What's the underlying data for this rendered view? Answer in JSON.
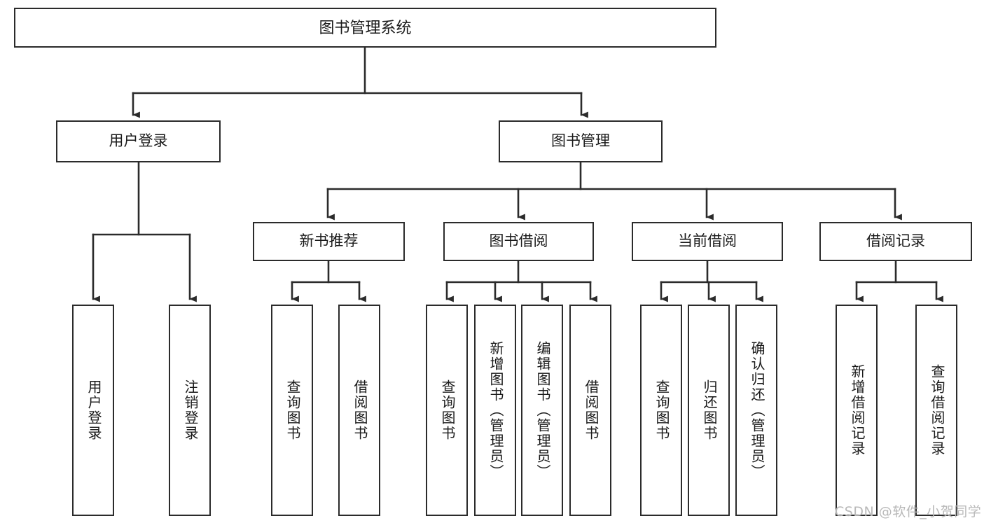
{
  "diagram": {
    "type": "tree",
    "title": "图书管理系统",
    "root": {
      "id": "root",
      "label": "图书管理系统"
    },
    "level2": [
      {
        "id": "user-login",
        "label": "用户登录"
      },
      {
        "id": "book-manage",
        "label": "图书管理"
      }
    ],
    "level3": [
      {
        "id": "new-book-rec",
        "label": "新书推荐",
        "parent": "book-manage"
      },
      {
        "id": "book-borrow",
        "label": "图书借阅",
        "parent": "book-manage"
      },
      {
        "id": "current-borrow",
        "label": "当前借阅",
        "parent": "book-manage"
      },
      {
        "id": "borrow-record",
        "label": "借阅记录",
        "parent": "book-manage"
      }
    ],
    "leaves": [
      {
        "id": "leaf-user-login",
        "label": "用户登录",
        "parent": "user-login"
      },
      {
        "id": "leaf-user-logout",
        "label": "注销登录",
        "parent": "user-login"
      },
      {
        "id": "leaf-query-book-1",
        "label": "查询图书",
        "parent": "new-book-rec"
      },
      {
        "id": "leaf-borrow-book-1",
        "label": "借阅图书",
        "parent": "new-book-rec"
      },
      {
        "id": "leaf-query-book-2",
        "label": "查询图书",
        "parent": "book-borrow"
      },
      {
        "id": "leaf-add-book",
        "label": "新增图书（管理员）",
        "parent": "book-borrow"
      },
      {
        "id": "leaf-edit-book",
        "label": "编辑图书（管理员）",
        "parent": "book-borrow"
      },
      {
        "id": "leaf-borrow-book-2",
        "label": "借阅图书",
        "parent": "book-borrow"
      },
      {
        "id": "leaf-query-book-3",
        "label": "查询图书",
        "parent": "current-borrow"
      },
      {
        "id": "leaf-return-book",
        "label": "归还图书",
        "parent": "current-borrow"
      },
      {
        "id": "leaf-confirm-return",
        "label": "确认归还（管理员）",
        "parent": "current-borrow"
      },
      {
        "id": "leaf-add-record",
        "label": "新增借阅记录",
        "parent": "borrow-record"
      },
      {
        "id": "leaf-query-record",
        "label": "查询借阅记录",
        "parent": "borrow-record"
      }
    ],
    "colors": {
      "stroke": "#2b2b2b",
      "fill": "#ffffff",
      "text": "#1a1a1a",
      "watermark": "#b9b9b9"
    }
  },
  "watermark": {
    "text": "CSDN @软件_小贺同学"
  }
}
